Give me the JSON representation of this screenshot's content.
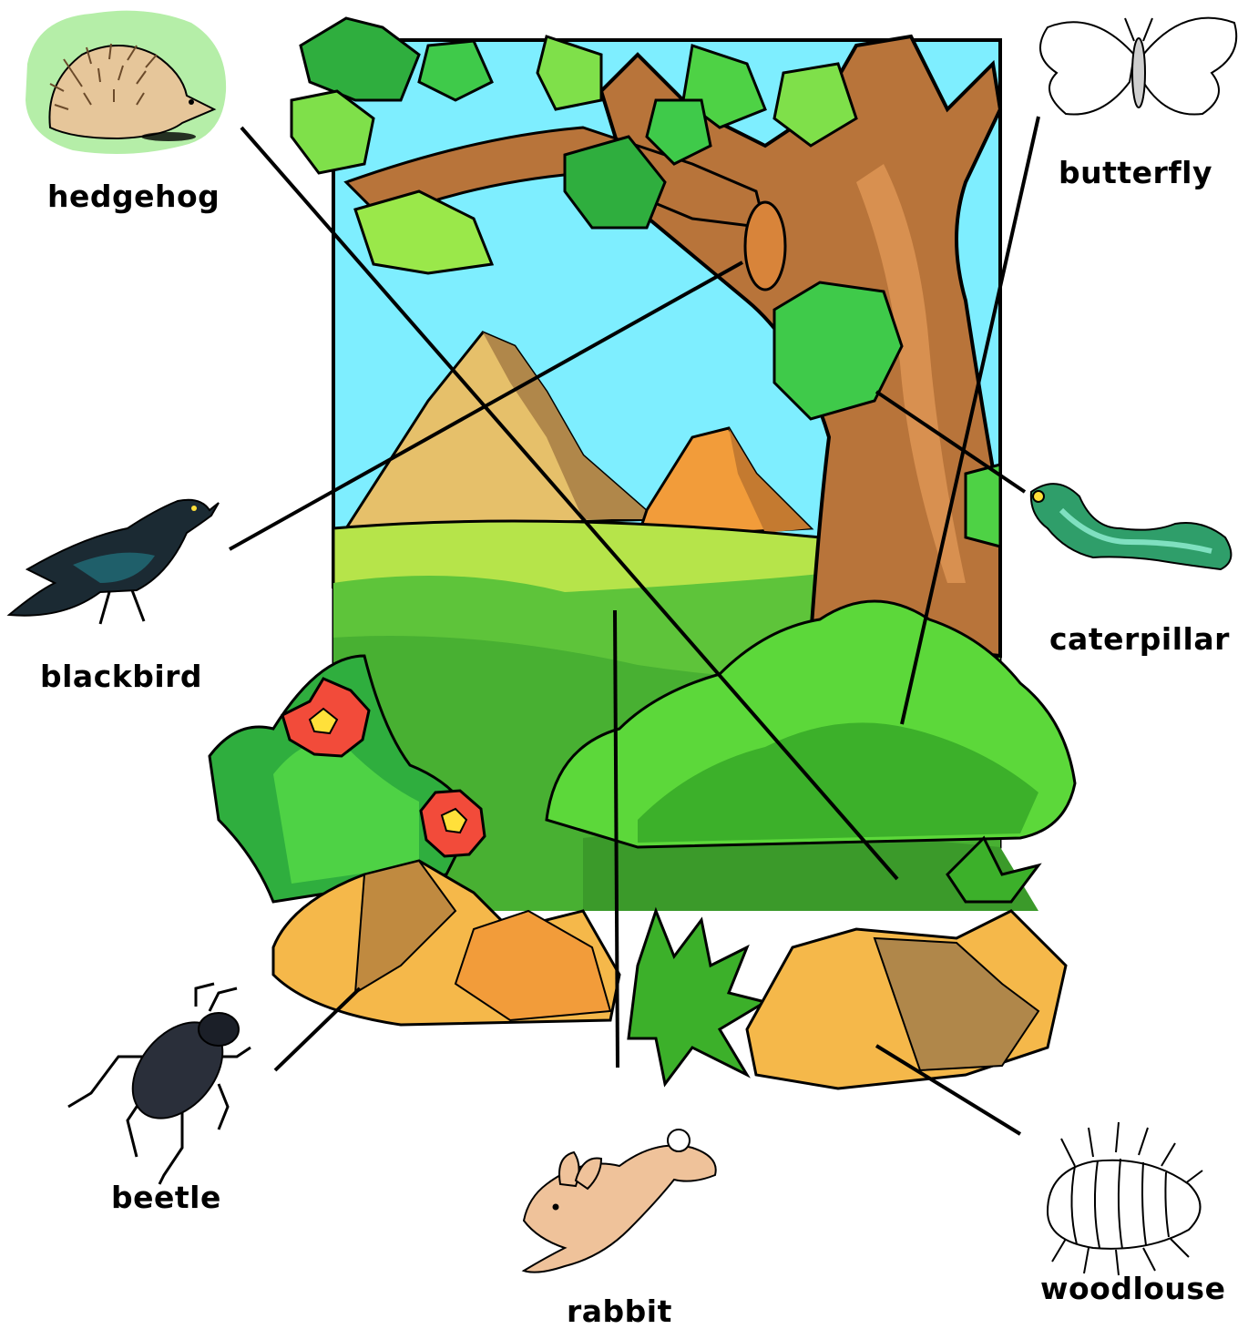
{
  "labels": {
    "hedgehog": "hedgehog",
    "butterfly": "butterfly",
    "blackbird": "blackbird",
    "caterpillar": "caterpillar",
    "beetle": "beetle",
    "rabbit": "rabbit",
    "woodlouse": "woodlouse"
  },
  "colors": {
    "sky": "#7eeeff",
    "grass": "#5ec43a",
    "grass_dark": "#3b9a2a",
    "bark": "#b8743a",
    "leaf": "#2fae3e",
    "leaf_light": "#7fe04a",
    "rock": "#f5b84a",
    "flower": "#f24b3a"
  }
}
